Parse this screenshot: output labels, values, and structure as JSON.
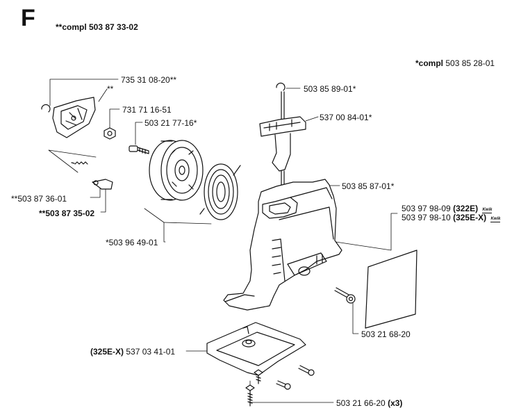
{
  "section_letter": "F",
  "assembly_main": "**compl 503 87 33-02",
  "assembly_cover": "*compl 503 85 28-01",
  "callouts": {
    "c1": "735 31 08-20**",
    "c1b": "**",
    "c2": "731 71 16-51",
    "c3": "503 21 77-16*",
    "c4": "503 85 89-01*",
    "c5": "537 00 84-01*",
    "c6": "503 85 87-01*",
    "c7": "**503 87 36-01",
    "c8": "**503 87 35-02",
    "c9": "*503 96 49-01",
    "c10a_num": "503 97 98-09",
    "c10a_model": "(322E)",
    "c10b_num": "503 97 98-10",
    "c10b_model": "(325E-X)",
    "decal_badge": "Kwik",
    "c11": "503 21 68-20",
    "c12_model": "(325E-X)",
    "c12_num": "537 03 41-01",
    "c13_num": "503 21 66-20",
    "c13_qty": "(x3)"
  }
}
